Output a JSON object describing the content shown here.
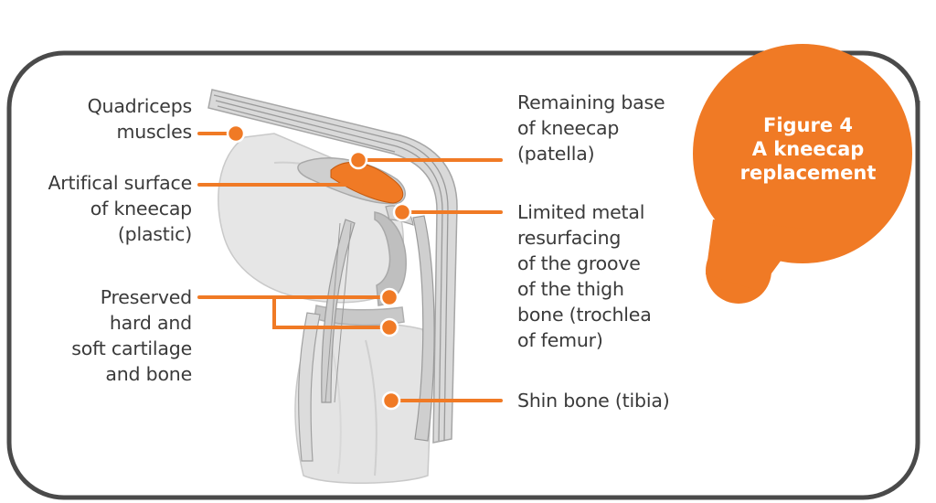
{
  "colors": {
    "frame": "#4a4a4a",
    "accent": "#f07a25",
    "bone_light": "#e6e6e6",
    "bone_mid": "#d2d2d2",
    "bone_dark": "#bdbdbd",
    "tendon": "#9a9a9a",
    "text": "#3a3a3a"
  },
  "figure": {
    "number": "Figure 4",
    "title": "A kneecap replacement"
  },
  "labels": {
    "quadriceps": "Quadriceps\nmuscles",
    "artificial_surface": "Artifical surface\nof kneecap\n(plastic)",
    "preserved": "Preserved\nhard and\nsoft cartilage\nand bone",
    "remaining_base": "Remaining base\nof kneecap\n(patella)",
    "limited_metal": "Limited metal\nresurfacing\nof the groove\nof the thigh\nbone (trochlea\nof femur)",
    "shin_bone": "Shin bone (tibia)"
  }
}
